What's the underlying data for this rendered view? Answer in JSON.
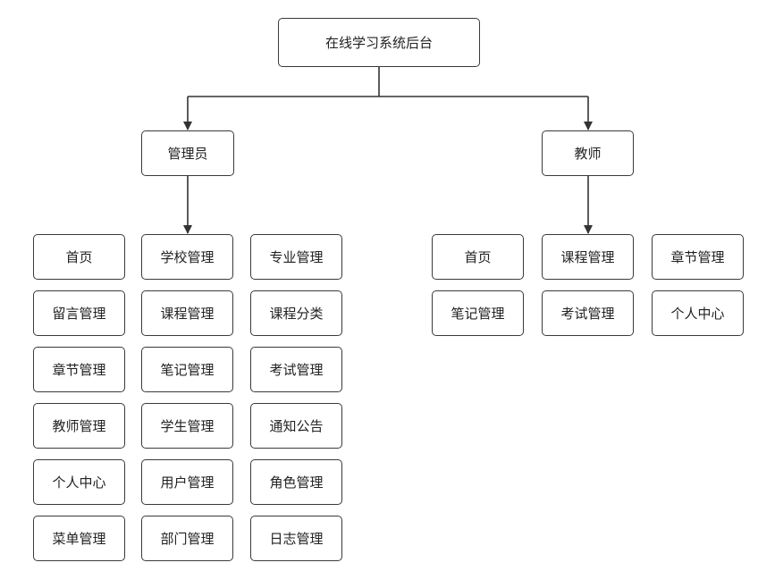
{
  "root": {
    "label": "在线学习系统后台"
  },
  "admin": {
    "label": "管理员",
    "grid": [
      [
        "首页",
        "学校管理",
        "专业管理"
      ],
      [
        "留言管理",
        "课程管理",
        "课程分类"
      ],
      [
        "章节管理",
        "笔记管理",
        "考试管理"
      ],
      [
        "教师管理",
        "学生管理",
        "通知公告"
      ],
      [
        "个人中心",
        "用户管理",
        "角色管理"
      ],
      [
        "菜单管理",
        "部门管理",
        "日志管理"
      ]
    ]
  },
  "teacher": {
    "label": "教师",
    "grid": [
      [
        "首页",
        "课程管理",
        "章节管理"
      ],
      [
        "笔记管理",
        "考试管理",
        "个人中心"
      ]
    ]
  },
  "colors": {
    "border": "#3a3a3a",
    "line": "#333333",
    "text": "#222222",
    "background": "#ffffff"
  }
}
